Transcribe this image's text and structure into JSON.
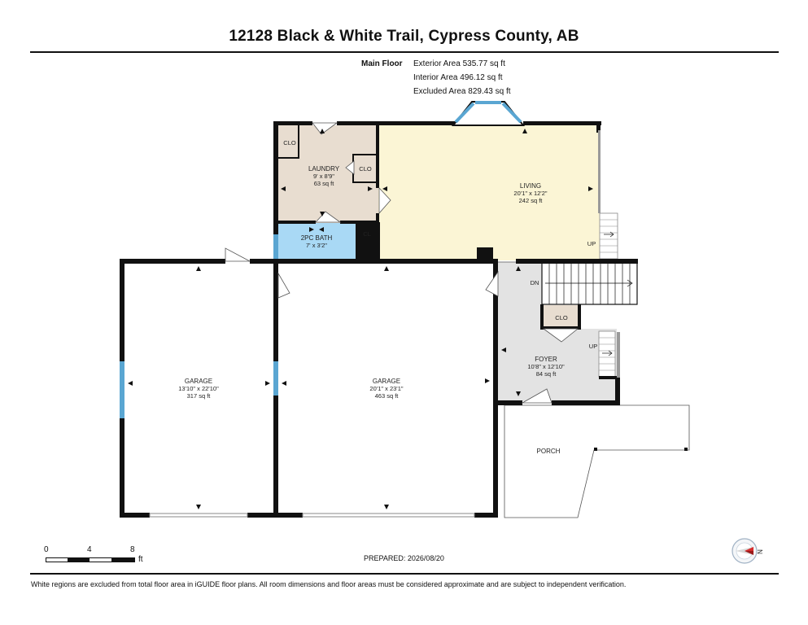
{
  "header": {
    "title": "12128 Black & White Trail, Cypress County, AB"
  },
  "areas": {
    "floor_name": "Main Floor",
    "exterior": "Exterior Area 535.77 sq ft",
    "interior": "Interior Area 496.12 sq ft",
    "excluded": "Excluded Area 829.43 sq ft"
  },
  "colors": {
    "laundry_fill": "#e8ddd0",
    "living_fill": "#fbf5d5",
    "bath_fill": "#a9d9f5",
    "foyer_fill": "#e3e3e3",
    "closet_fill": "#e8ddd0",
    "wall": "#111111",
    "window": "#5aa6d2",
    "exterior_edge": "#9a9a9a"
  },
  "rooms": {
    "laundry": {
      "name": "LAUNDRY",
      "dims": "9' x 8'9\"",
      "area": "63 sq ft"
    },
    "living": {
      "name": "LIVING",
      "dims": "20'1\" x 12'2\"",
      "area": "242 sq ft"
    },
    "bath": {
      "name": "2PC BATH",
      "dims": "7' x 3'2\""
    },
    "garage_left": {
      "name": "GARAGE",
      "dims": "13'10\" x 22'10\"",
      "area": "317 sq ft"
    },
    "garage_right": {
      "name": "GARAGE",
      "dims": "20'1\" x 23'1\"",
      "area": "463 sq ft"
    },
    "foyer": {
      "name": "FOYER",
      "dims": "10'8\" x 12'10\"",
      "area": "84 sq ft"
    },
    "porch": {
      "name": "PORCH"
    }
  },
  "labels": {
    "clo_laundry": "CLO",
    "clo_inner": "CLO",
    "cl_small": "CL",
    "clo_foyer": "CLO",
    "stairs_dn": "DN",
    "stairs_up_living": "UP",
    "stairs_up_foyer": "UP"
  },
  "scale": {
    "ticks": [
      "0",
      "4",
      "8"
    ],
    "unit": "ft"
  },
  "compass": {
    "letter": "N"
  },
  "footer": {
    "prepared": "PREPARED: 2026/08/20",
    "disclaimer": "White regions are excluded from total floor area in iGUIDE floor plans. All room dimensions and floor areas must be considered approximate and are subject to independent verification."
  }
}
